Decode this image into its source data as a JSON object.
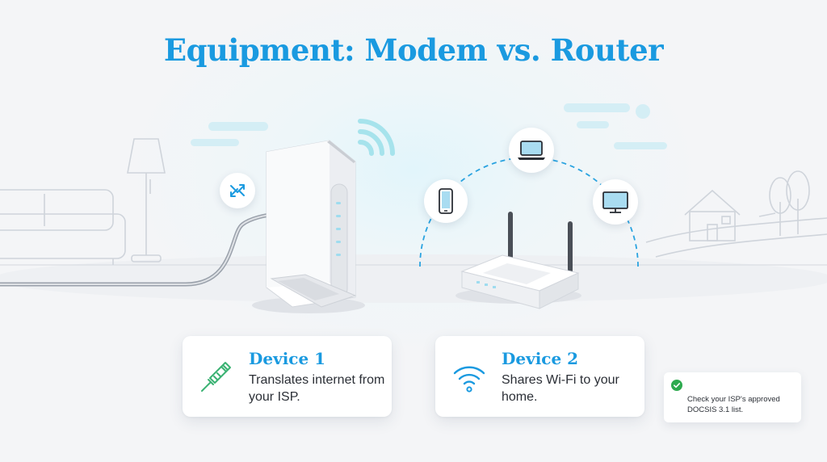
{
  "title": "Equipment: Modem vs. Router",
  "cards": [
    {
      "heading": "Device 1",
      "description": "Translates internet from your ISP.",
      "icon": "ethernet-cable-icon"
    },
    {
      "heading": "Device 2",
      "description": "Shares Wi-Fi to your home.",
      "icon": "wifi-icon"
    }
  ],
  "note": {
    "icon": "check-circle-icon",
    "text": "Check your ISP's approved DOCSIS 3.1 list."
  },
  "colors": {
    "accent": "#1a9ae0",
    "cable_green": "#3bb273",
    "check_green": "#2eaa4f",
    "background": "#f4f5f7"
  }
}
